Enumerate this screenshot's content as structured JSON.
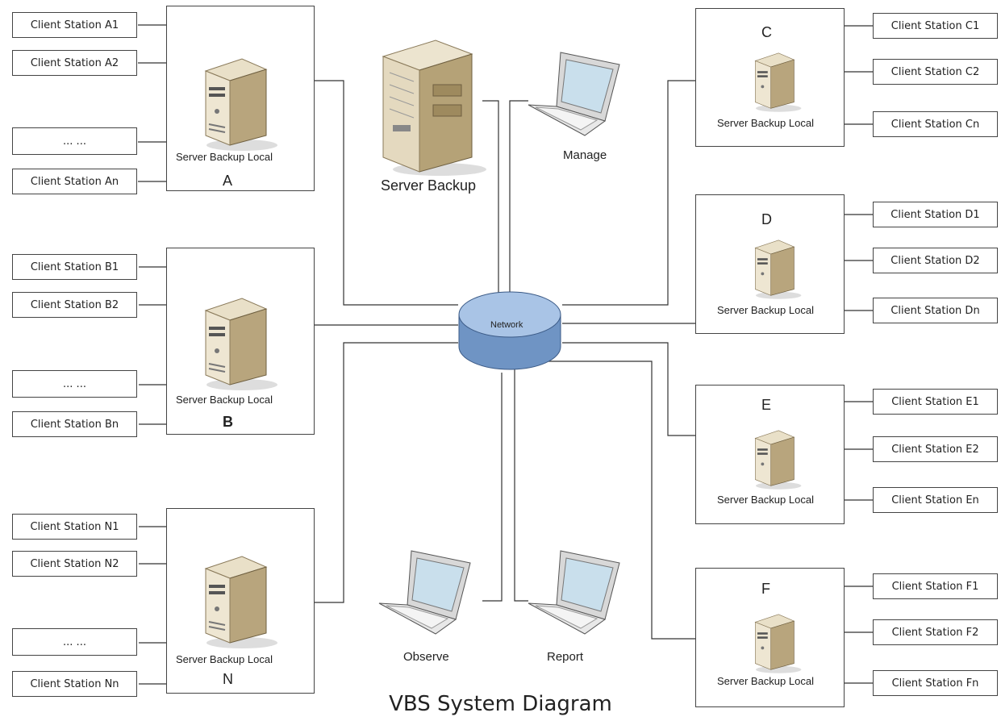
{
  "title": "VBS System Diagram",
  "network_label": "Network",
  "server_backup_label": "Server Backup",
  "manage_label": "Manage",
  "observe_label": "Observe",
  "report_label": "Report",
  "local_server_label": "Server Backup Local",
  "groups": {
    "A": {
      "letter": "A",
      "clients": [
        "Client Station A1",
        "Client Station A2",
        "... ...",
        "Client Station An"
      ]
    },
    "B": {
      "letter": "B",
      "clients": [
        "Client Station B1",
        "Client Station B2",
        "... ...",
        "Client Station Bn"
      ]
    },
    "N": {
      "letter": "N",
      "clients": [
        "Client Station N1",
        "Client Station N2",
        "... ...",
        "Client Station Nn"
      ]
    },
    "C": {
      "letter": "C",
      "clients": [
        "Client Station C1",
        "Client Station C2",
        "Client Station Cn"
      ]
    },
    "D": {
      "letter": "D",
      "clients": [
        "Client Station D1",
        "Client Station D2",
        "Client Station Dn"
      ]
    },
    "E": {
      "letter": "E",
      "clients": [
        "Client Station E1",
        "Client Station E2",
        "Client Station En"
      ]
    },
    "F": {
      "letter": "F",
      "clients": [
        "Client Station F1",
        "Client Station F2",
        "Client Station Fn"
      ]
    }
  }
}
